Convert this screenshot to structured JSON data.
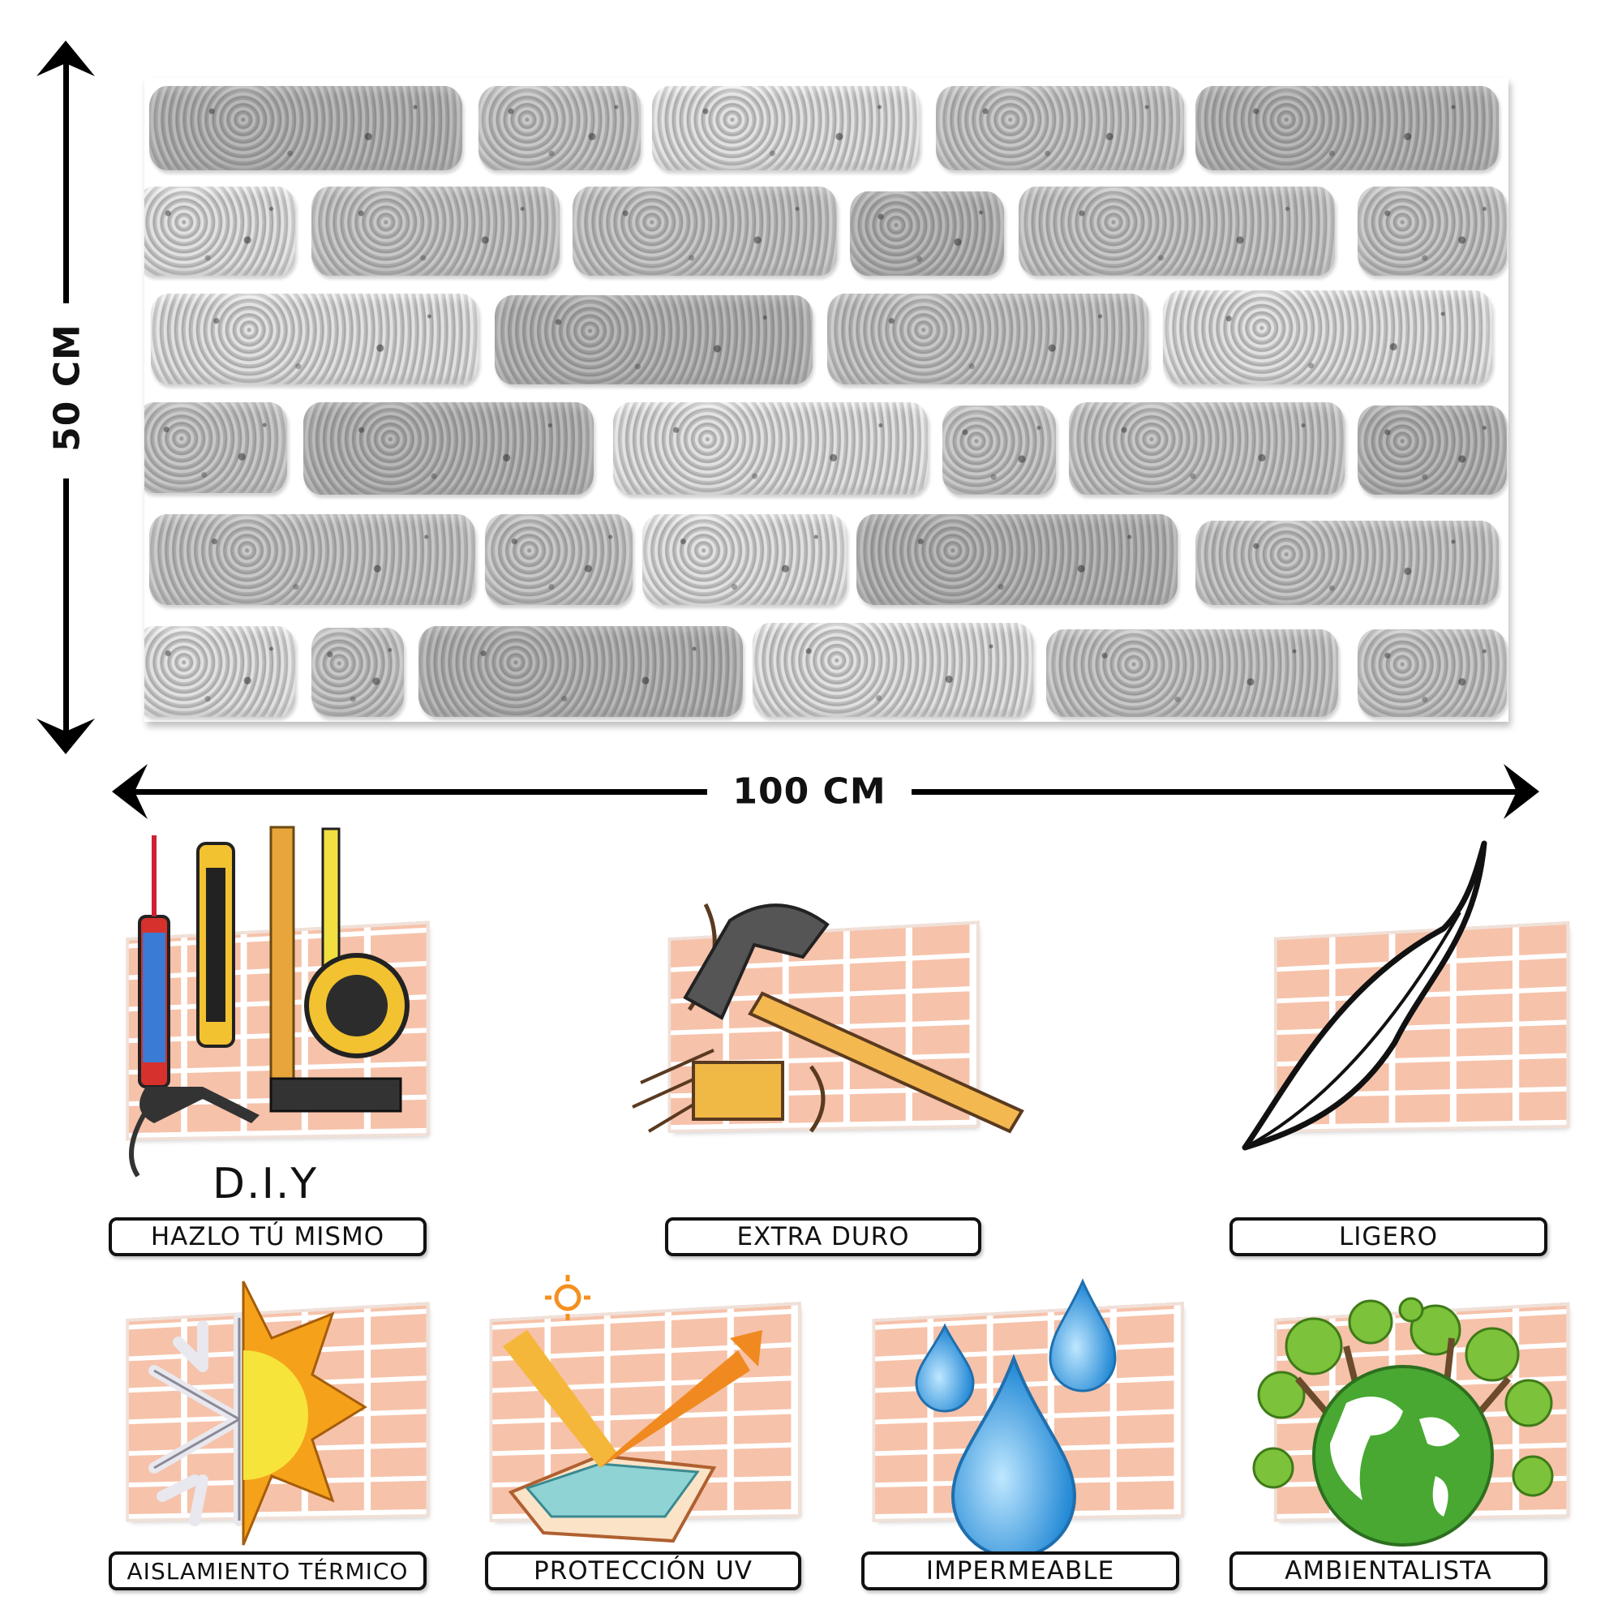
{
  "dimensions": {
    "height_label": "50 CM",
    "width_label": "100 CM"
  },
  "features": {
    "diy_title": "D.I.Y",
    "items": [
      {
        "label": "HAZLO TÚ MISMO",
        "icon": "tools-icon"
      },
      {
        "label": "EXTRA DURO",
        "icon": "hammer-icon"
      },
      {
        "label": "LIGERO",
        "icon": "feather-icon"
      },
      {
        "label": "AISLAMIENTO TÉRMICO",
        "icon": "snowflake-sun-icon"
      },
      {
        "label": "PROTECCIÓN UV",
        "icon": "uv-shield-icon"
      },
      {
        "label": "IMPERMEABLE",
        "icon": "water-drops-icon"
      },
      {
        "label": "AMBIENTALISTA",
        "icon": "earth-trees-icon"
      }
    ]
  },
  "colors": {
    "brick_wall": "#f6c2aa",
    "panel_brick": "#b5b5b5"
  }
}
